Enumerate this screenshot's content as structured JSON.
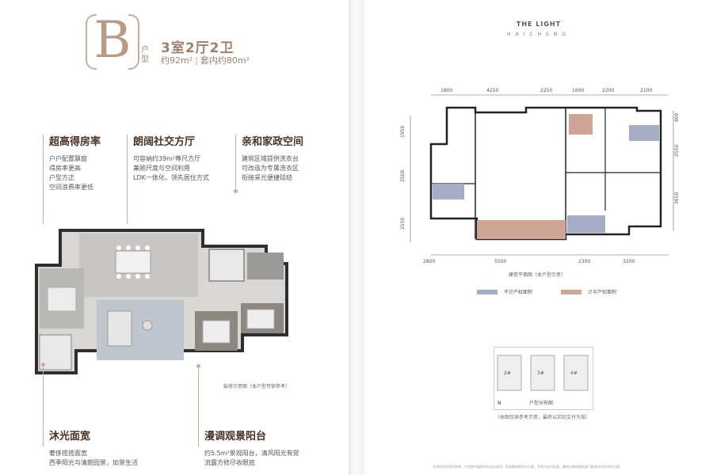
{
  "left_page": {
    "type_letter": "B",
    "type_suffix": "户型",
    "layout_title": "3室2厅2卫",
    "area_gross": "约92m²",
    "area_net": "套内约80m²",
    "features": [
      {
        "title": "超高得房率",
        "lines": [
          "户户配置飘窗",
          "得房率更高",
          "户型方正",
          "空间浪费率更低"
        ]
      },
      {
        "title": "朗阔社交方厅",
        "lines": [
          "可容纳约39m²尊尺方厅",
          "兼顾尺度与空间利用",
          "LDK一体化，领先居住方式"
        ]
      },
      {
        "title": "亲和家政空间",
        "lines": [
          "建筑区域提供洗衣台",
          "可改造为专属洗衣区",
          "衔接采光便捷琼结"
        ]
      },
      {
        "title": "沐光面宽",
        "lines": [
          "奢侈揽揽面宽",
          "西季阳光与清朗园景，加景生活"
        ]
      },
      {
        "title": "漫调观景阳台",
        "lines": [
          "约5.5m²景观阳台，清风阳光有觉",
          "流露方修尽收眼底"
        ]
      }
    ],
    "plan_caption": "装修示意图（本户型可供参考）",
    "colors": {
      "accent": "#b89a86",
      "heading": "#4a3325"
    }
  },
  "right_page": {
    "brand_name": "THE LIGHT",
    "brand_sub": "HAICHENG",
    "dims_top": [
      "1800",
      "4250",
      "2250",
      "1600",
      "2200",
      "2100"
    ],
    "dims_bottom": [
      "2800",
      "5500",
      "2300",
      "3200"
    ],
    "dims_left": [
      "1950",
      "3500",
      "2550"
    ],
    "dims_right": [
      "900",
      "2550",
      "3650"
    ],
    "plan_caption": "建筑平面图（本户型示意）",
    "legend": [
      {
        "label": "不计产权面积",
        "color": "#a7acc6"
      },
      {
        "label": "计半产权面积",
        "color": "#cfa595"
      }
    ],
    "location_rooms": [
      "2#",
      "3#",
      "4#"
    ],
    "location_caption": "户型分布图",
    "north_label": "N",
    "location_note": "（本图仅供参考示意，最终以实际交付为准）",
    "footnote": "本资料仅作宣传参考，户型图中面积均为设计面积，家具装饰等均为示意，不作为交付标准，最终以政府相关部门批准文件及合同为准。"
  }
}
